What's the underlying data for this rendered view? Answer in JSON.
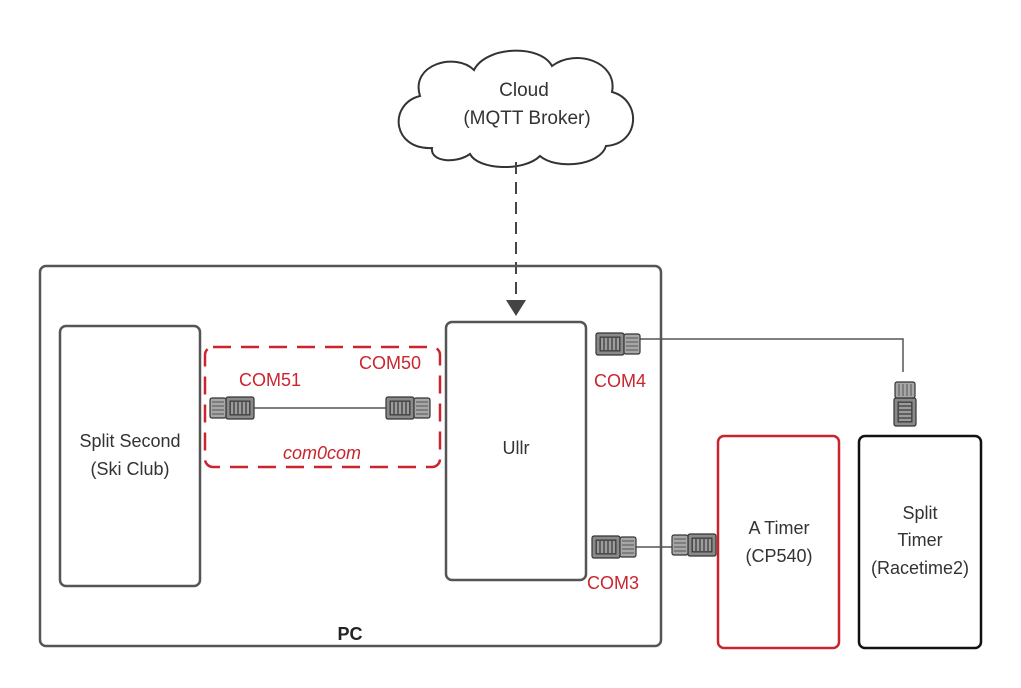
{
  "cloud": {
    "line1": "Cloud",
    "line2": "(MQTT Broker)"
  },
  "pc": {
    "label": "PC"
  },
  "split_second": {
    "line1": "Split Second",
    "line2": "(Ski Club)"
  },
  "ullr": {
    "label": "Ullr"
  },
  "virtual_pair": {
    "label": "com0com",
    "port_left": "COM51",
    "port_right": "COM50"
  },
  "ports": {
    "com4": "COM4",
    "com3": "COM3"
  },
  "a_timer": {
    "line1": "A Timer",
    "line2": "(CP540)"
  },
  "split_timer": {
    "line1": "Split",
    "line2": "Timer",
    "line3": "(Racetime2)"
  },
  "colors": {
    "accent_red": "#c9252f",
    "box_gray": "#555555",
    "text_dark": "#333333"
  }
}
